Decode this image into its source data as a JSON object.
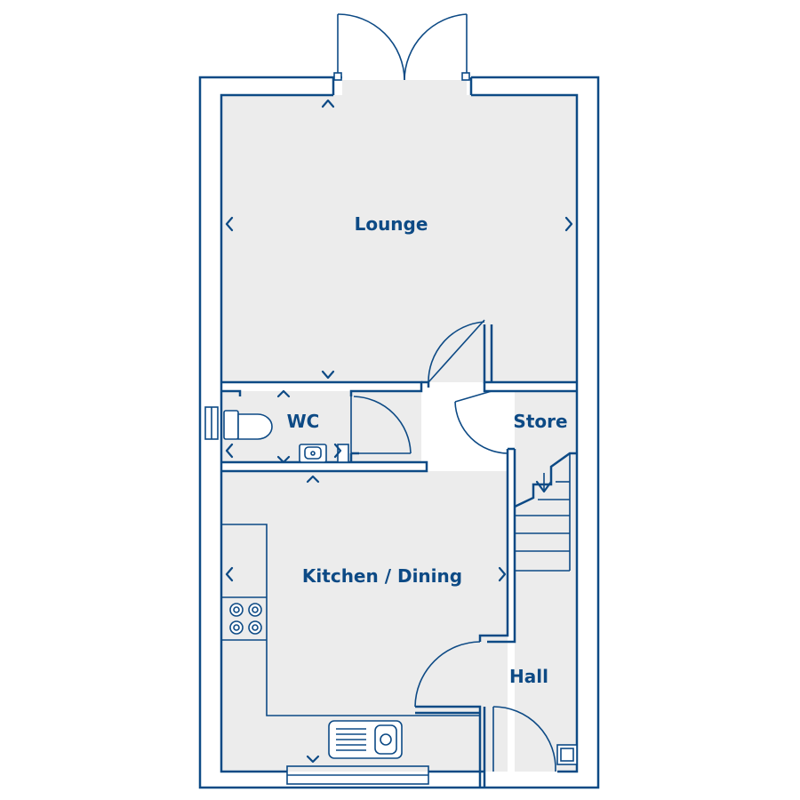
{
  "plan": {
    "rooms": {
      "lounge": "Lounge",
      "wc": "WC",
      "store": "Store",
      "kitchen": "Kitchen / Dining",
      "hall": "Hall"
    },
    "colors": {
      "line": "#0d4a85",
      "floor": "#ececec",
      "background": "#ffffff"
    }
  }
}
